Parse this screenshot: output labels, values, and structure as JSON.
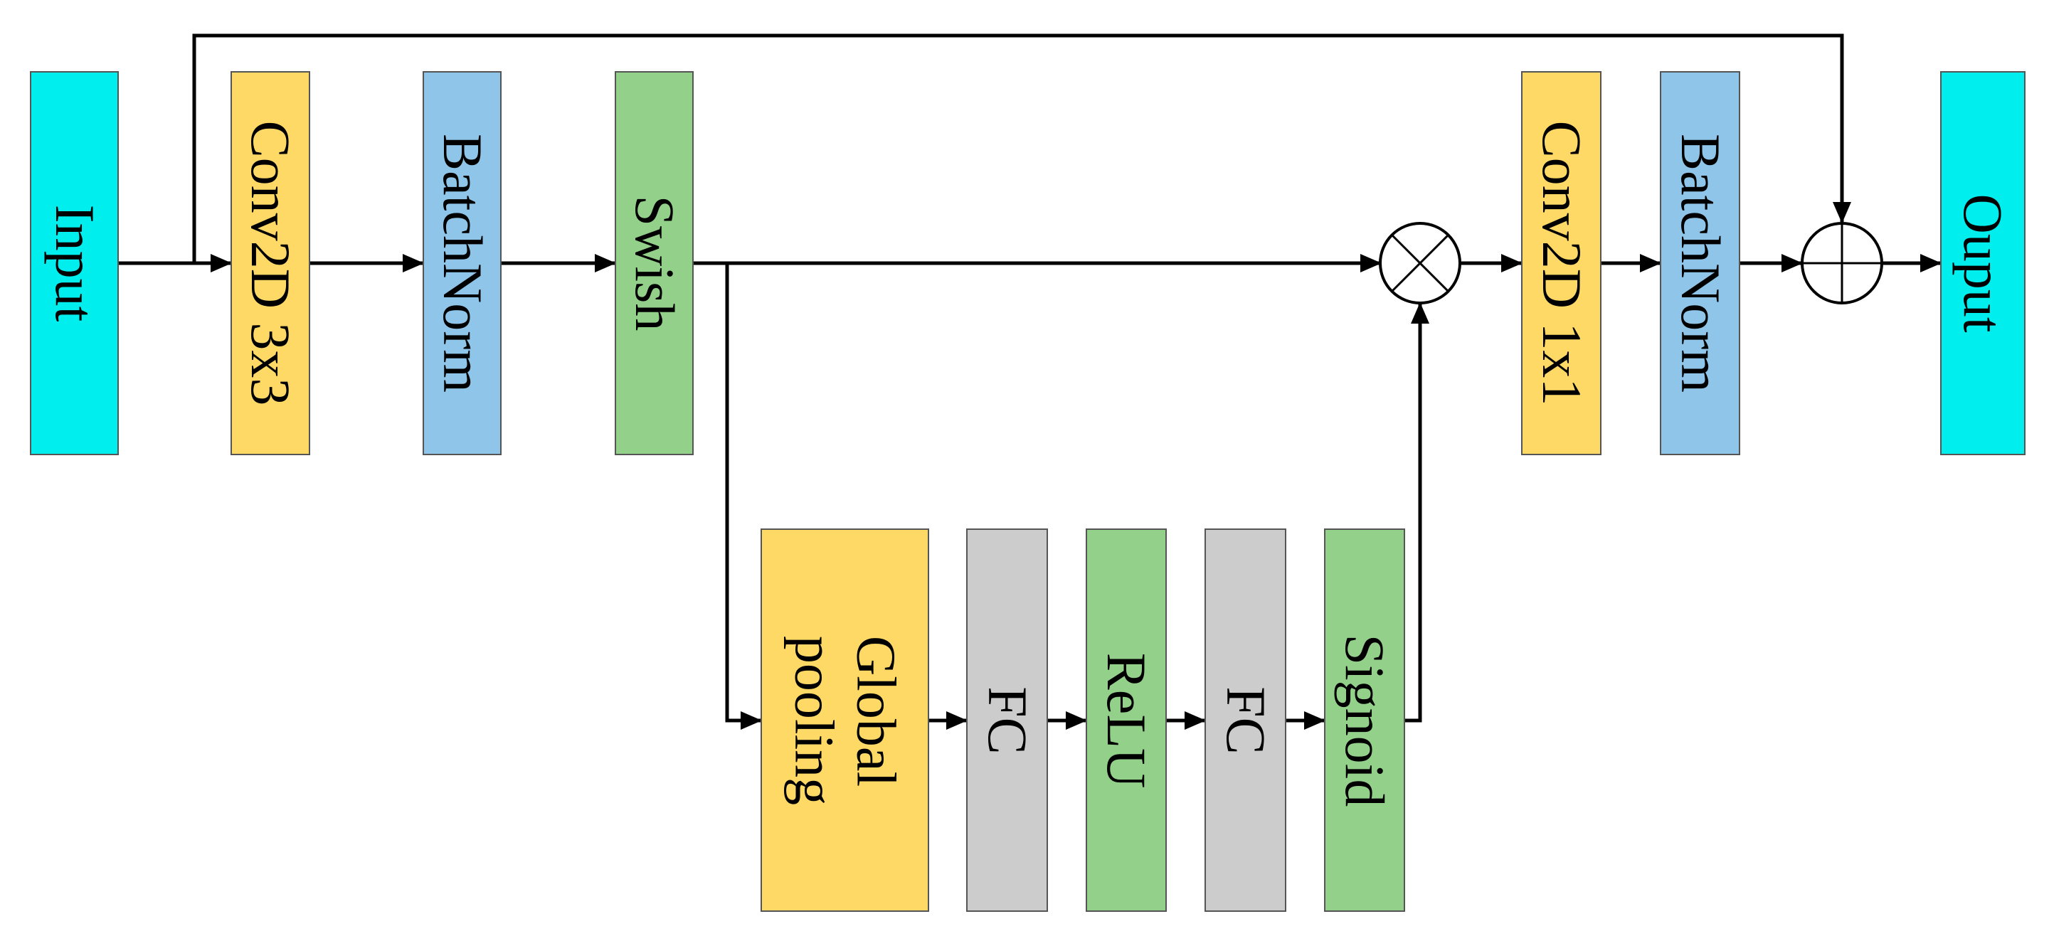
{
  "blocks": {
    "input": "Input",
    "conv3": "Conv2D 3x3",
    "bn1": "BatchNorm",
    "swish": "Swish",
    "pool_line1": "Global",
    "pool_line2": "pooling",
    "fc1": "FC",
    "relu": "ReLU",
    "fc2": "FC",
    "sigmoid": "Signoid",
    "conv1": "Conv2D 1x1",
    "bn2": "BatchNorm",
    "output": "Ouput"
  },
  "operators": {
    "multiply": "multiply-operator",
    "add": "add-operator"
  },
  "colors": {
    "cyan": "#00EEEE",
    "yellow": "#FFD966",
    "blue": "#8EC5E8",
    "green": "#93D18B",
    "gray": "#CCCCCC",
    "line": "#000000"
  }
}
